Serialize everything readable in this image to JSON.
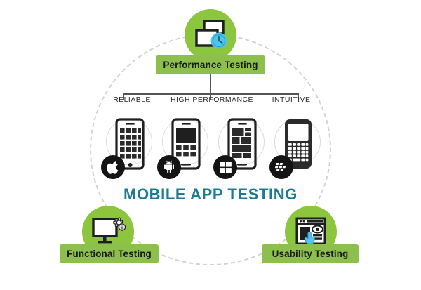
{
  "diagram": {
    "title": "MOBILE APP TESTING",
    "title_color": "#1c7a92",
    "accent_green": "#8CC63F",
    "label_green": "#8DBF4C",
    "clock_blue": "#4FC3E8",
    "orbit_style": "dashed-circle"
  },
  "nodes": [
    {
      "id": "performance",
      "label": "Performance Testing",
      "icon": "screens-clock-icon",
      "position": "top"
    },
    {
      "id": "functional",
      "label": "Functional Testing",
      "icon": "monitor-gear-icon",
      "position": "bottom-left"
    },
    {
      "id": "usability",
      "label": "Usability Testing",
      "icon": "browser-eye-cursor-icon",
      "position": "bottom-right"
    }
  ],
  "attributes": [
    {
      "label": "RELIABLE"
    },
    {
      "label": "HIGH PERFORMANCE"
    },
    {
      "label": "INTUITIVE"
    }
  ],
  "devices": [
    {
      "name": "tablet-app-grid",
      "platform": "Apple",
      "badge_icon": "apple-icon"
    },
    {
      "name": "phone-keypad",
      "platform": "Android",
      "badge_icon": "android-icon"
    },
    {
      "name": "phone-tiles",
      "platform": "Windows",
      "badge_icon": "windows-icon"
    },
    {
      "name": "phone-qwerty",
      "platform": "BlackBerry",
      "badge_icon": "blackberry-icon"
    }
  ]
}
